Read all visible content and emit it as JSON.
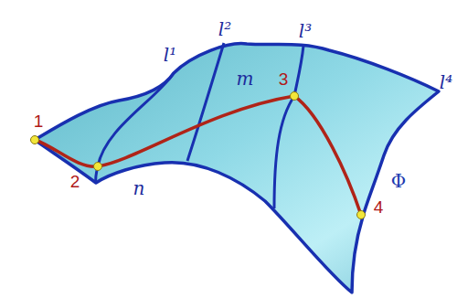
{
  "diagram": {
    "labels": [
      "l¹",
      "l²",
      "l³",
      "l⁴",
      "m",
      "n",
      "Φ",
      "1",
      "2",
      "3",
      "4"
    ]
  }
}
